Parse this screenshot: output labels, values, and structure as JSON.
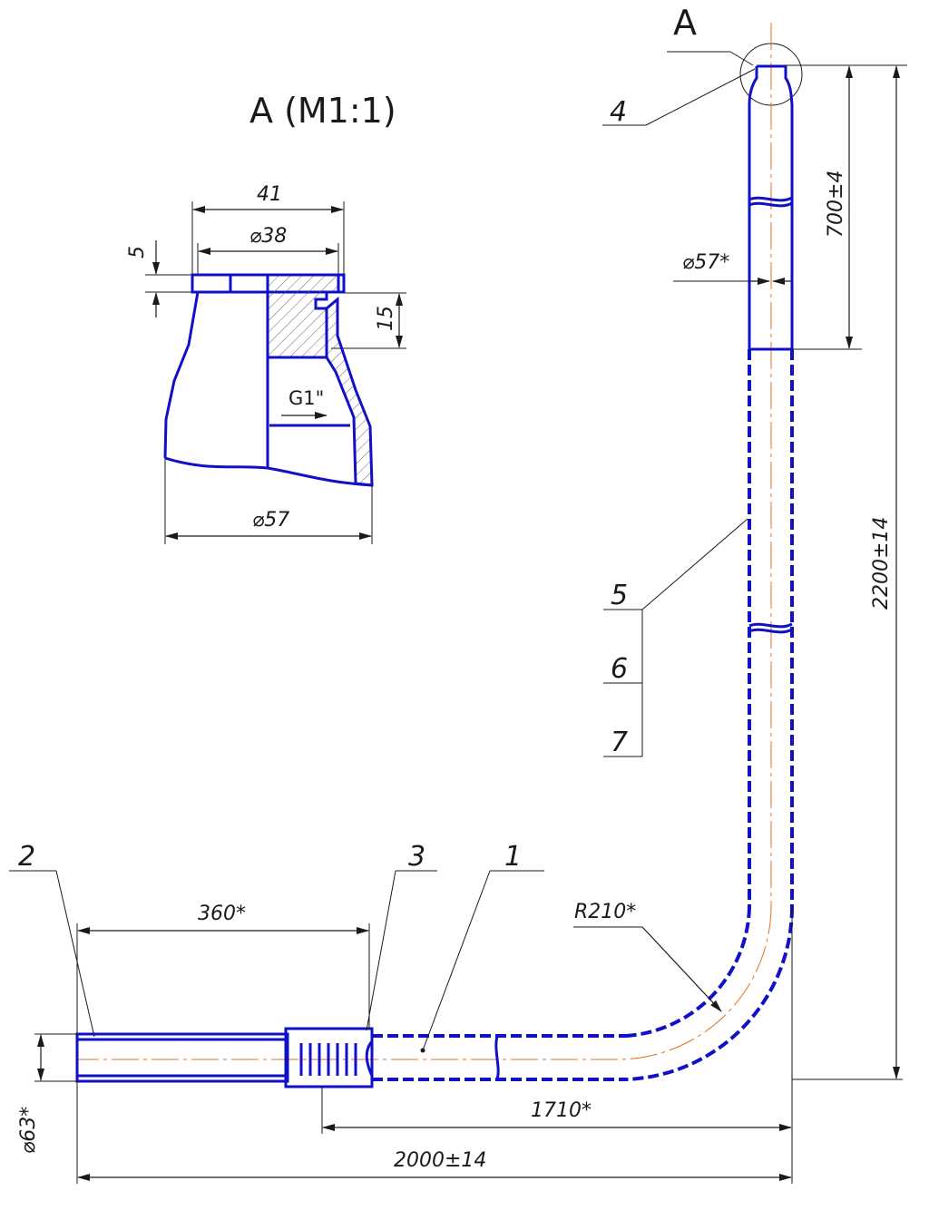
{
  "detail": {
    "title": "А (М1:1)",
    "dim_width": "41",
    "dim_bore": "⌀38",
    "dim_flange": "5",
    "dim_thread_depth": "15",
    "thread": "G1\"",
    "dim_pipe": "⌀57"
  },
  "main": {
    "view_marker": "А",
    "dim_top_len": "700±4",
    "dim_pipe_dia": "⌀57*",
    "dim_height": "2200±14",
    "dim_radius": "R210*",
    "dim_sleeve": "360*",
    "dim_horiz": "1710*",
    "dim_total": "2000±14",
    "dim_sleeve_dia": "⌀63*"
  },
  "callouts": [
    {
      "id": "1",
      "label": "1"
    },
    {
      "id": "2",
      "label": "2"
    },
    {
      "id": "3",
      "label": "3"
    },
    {
      "id": "4",
      "label": "4"
    },
    {
      "id": "5",
      "label": "5"
    },
    {
      "id": "6",
      "label": "6"
    },
    {
      "id": "7",
      "label": "7"
    }
  ],
  "colors": {
    "pipe": "#1010c8",
    "axis": "#e07020",
    "lines": "#1a1a1a"
  }
}
